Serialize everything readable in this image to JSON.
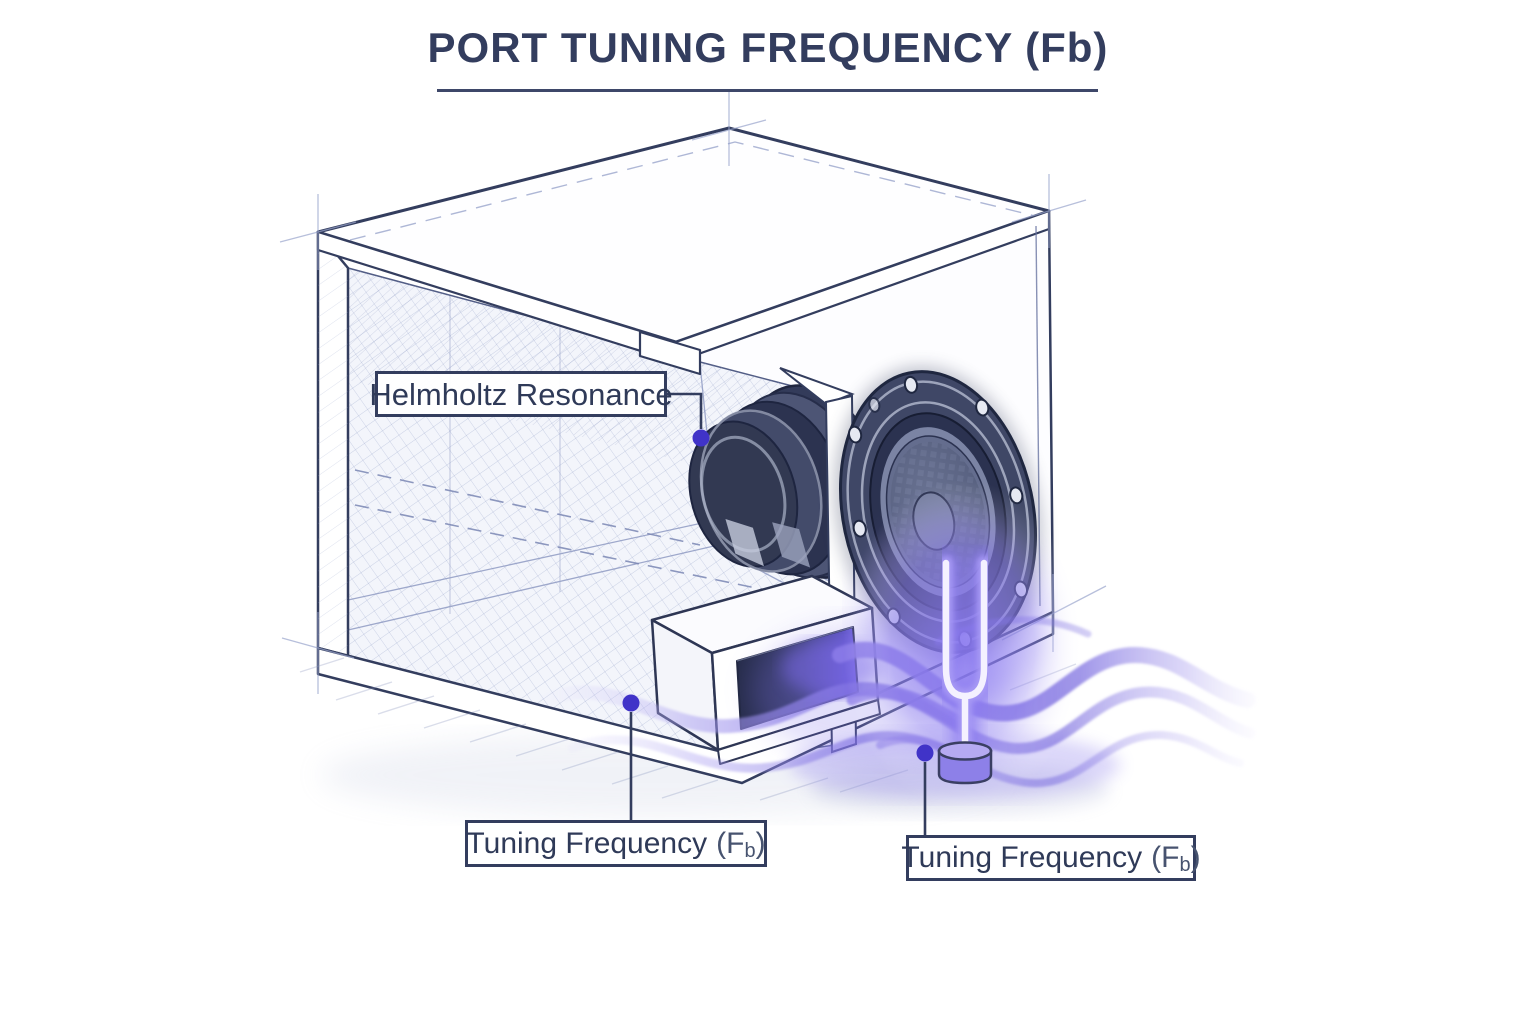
{
  "title": {
    "text": "PORT TUNING FREQUENCY (Fb)"
  },
  "callouts": {
    "helmholtz": {
      "label": "Helmholtz Resonance"
    },
    "port_tuning": {
      "label_main": "Tuning Frequency",
      "label_f": "(F",
      "label_sub": "b",
      "label_close": ")"
    },
    "fork_tuning": {
      "label_main": "Tuning Frequency",
      "label_f": "(F",
      "label_sub": "b",
      "label_close": ")"
    }
  },
  "colors": {
    "line_navy": "#333d5e",
    "text_navy": "#2f3a58",
    "dot_indigo": "#4033c8",
    "accent_purple": "#7b6ce6",
    "wave_purple": "#7263dd",
    "hatch_blue": "#97a3c9"
  },
  "art": {
    "elements": [
      "speaker-enclosure-cutaway",
      "driver-motor-rings",
      "woofer-driver",
      "bass-reflex-port-duct",
      "tuning-fork",
      "sound-waves"
    ]
  }
}
